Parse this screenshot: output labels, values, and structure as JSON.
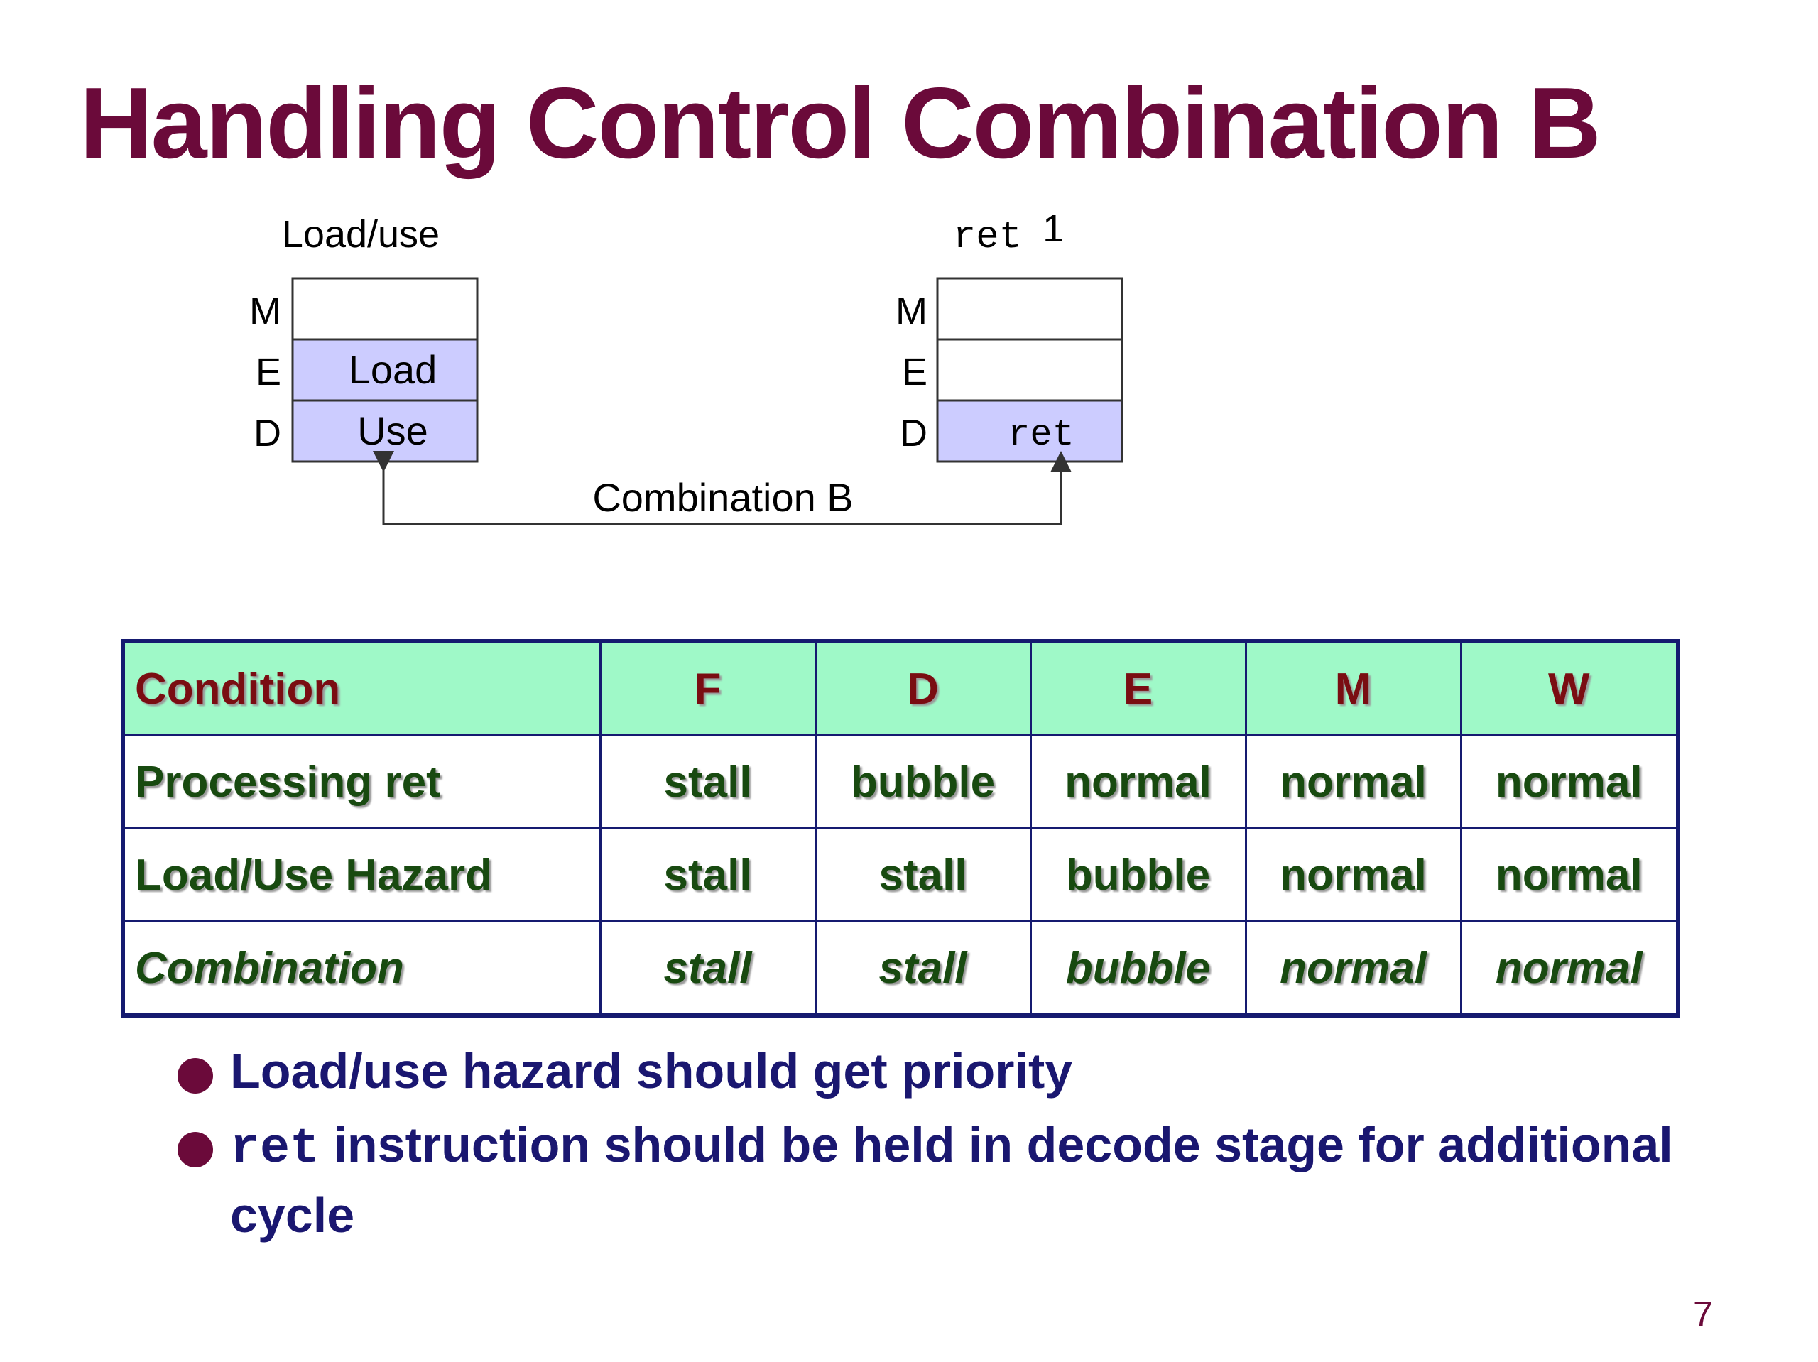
{
  "slide": {
    "title": "Handling Control Combination B",
    "page_number": "7"
  },
  "diagram": {
    "left_block": {
      "title": "Load/use",
      "stages": [
        {
          "label": "M",
          "content": "",
          "highlighted": false
        },
        {
          "label": "E",
          "content": "Load",
          "highlighted": true
        },
        {
          "label": "D",
          "content": "Use",
          "highlighted": true
        }
      ]
    },
    "right_block": {
      "title_code": "ret",
      "title_suffix": "1",
      "stages": [
        {
          "label": "M",
          "content": "",
          "highlighted": false
        },
        {
          "label": "E",
          "content": "",
          "highlighted": false
        },
        {
          "label": "D",
          "content": "ret",
          "highlighted": true
        }
      ]
    },
    "connector_label": "Combination B",
    "colors": {
      "highlight": "#ccccff",
      "box_border": "#333333"
    }
  },
  "table": {
    "headers": [
      "Condition",
      "F",
      "D",
      "E",
      "M",
      "W"
    ],
    "rows": [
      {
        "cells": [
          "Processing ret",
          "stall",
          "bubble",
          "normal",
          "normal",
          "normal"
        ],
        "italic": false
      },
      {
        "cells": [
          "Load/Use Hazard",
          "stall",
          "stall",
          "bubble",
          "normal",
          "normal"
        ],
        "italic": false
      },
      {
        "cells": [
          "Combination",
          "stall",
          "stall",
          "bubble",
          "normal",
          "normal"
        ],
        "italic": true
      }
    ],
    "colors": {
      "header_bg": "#9ff9c8",
      "header_text": "#7a0d12",
      "body_text": "#184a10",
      "border": "#151a70"
    }
  },
  "bullets": [
    {
      "code": "",
      "text": "Load/use hazard should get priority"
    },
    {
      "code": "ret",
      "text": " instruction should be held in decode stage for additional cycle"
    }
  ],
  "colors": {
    "title": "#6b0a3a",
    "bullet_text": "#1a1770",
    "bullet_dot": "#6b0a3a"
  }
}
